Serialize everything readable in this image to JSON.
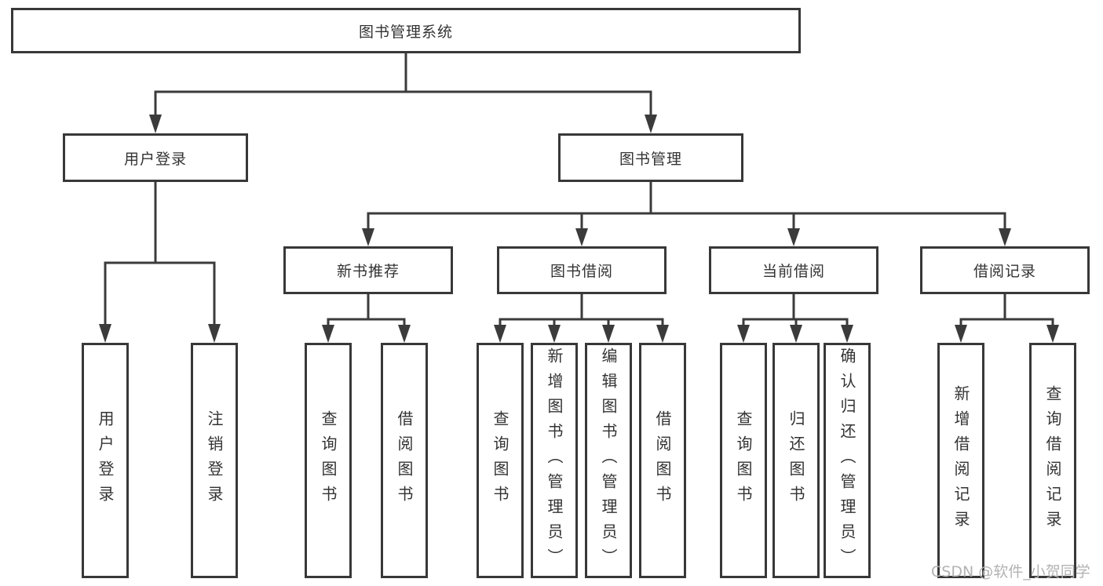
{
  "diagram": {
    "root": {
      "label": "图书管理系统"
    },
    "level1": [
      {
        "label": "用户登录"
      },
      {
        "label": "图书管理"
      }
    ],
    "level2": [
      {
        "label": "新书推荐"
      },
      {
        "label": "图书借阅"
      },
      {
        "label": "当前借阅"
      },
      {
        "label": "借阅记录"
      }
    ],
    "leaves": [
      {
        "label": "用户登录"
      },
      {
        "label": "注销登录"
      },
      {
        "label": "查询图书"
      },
      {
        "label": "借阅图书"
      },
      {
        "label": "查询图书"
      },
      {
        "label": "新增图书（管理员）"
      },
      {
        "label": "编辑图书（管理员）"
      },
      {
        "label": "借阅图书"
      },
      {
        "label": "查询图书"
      },
      {
        "label": "归还图书"
      },
      {
        "label": "确认归还（管理员）"
      },
      {
        "label": "新增借阅记录"
      },
      {
        "label": "查询借阅记录"
      }
    ]
  },
  "watermark": {
    "text": "CSDN @软件_小贺同学"
  },
  "colors": {
    "line": "#3b3b3b",
    "box_border": "#383838",
    "text": "#333333",
    "watermark": "#b3b3b3",
    "background": "#ffffff"
  }
}
